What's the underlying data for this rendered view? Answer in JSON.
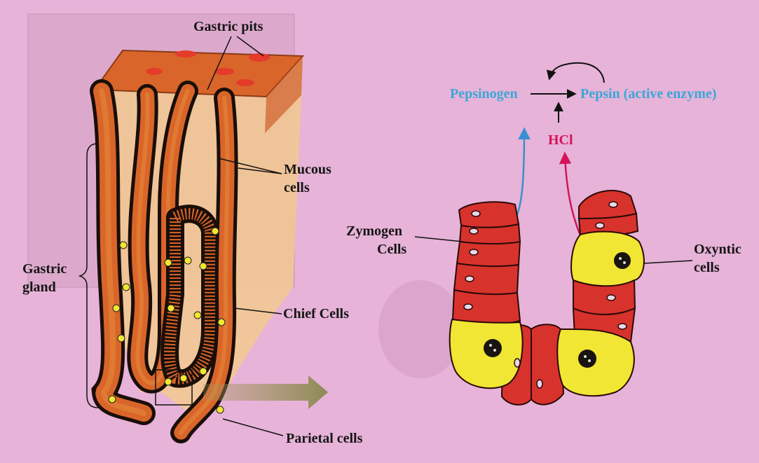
{
  "left_figure": {
    "gastric_pits": "Gastric pits",
    "mucous_line1": "Mucous",
    "mucous_line2": "cells",
    "gastric_line1": "Gastric",
    "gastric_line2": "gland",
    "chief_cells": "Chief Cells",
    "parietal_cells": "Parietal cells"
  },
  "right_figure": {
    "pepsinogen": "Pepsinogen",
    "pepsin": "Pepsin (active enzyme)",
    "hcl": "HCl",
    "zymogen_line1": "Zymogen",
    "zymogen_line2": "Cells",
    "oxyntic_line1": "Oxyntic",
    "oxyntic_line2": "cells"
  },
  "colors": {
    "background": "#e7b3d8",
    "tissue": "#d9652a",
    "red_cell": "#d8322c",
    "yellow_cell": "#f1e633",
    "pepsin_text": "#3aa6d8",
    "hcl_text": "#d4145a"
  }
}
